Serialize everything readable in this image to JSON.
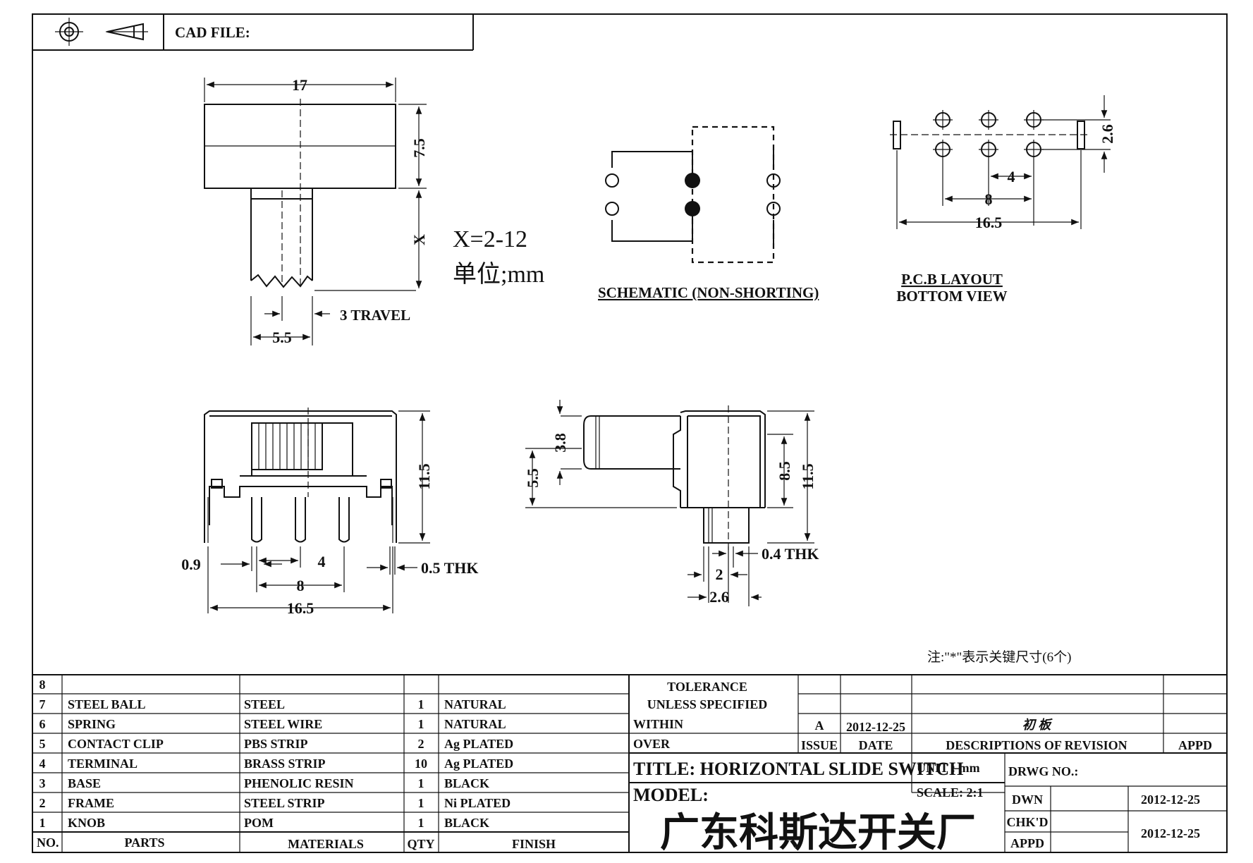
{
  "header": {
    "cad_file_label": "CAD FILE:"
  },
  "top_view": {
    "width_dim": "17",
    "height_dim": "7.5",
    "actuator_dim": "X",
    "actuator_width_dim": "5.5",
    "travel_label": "3 TRAVEL",
    "range_label": "X=2-12",
    "unit_label": "单位;mm"
  },
  "schematic": {
    "caption": "SCHEMATIC (NON-SHORTING)"
  },
  "pcb_layout": {
    "caption_line1": "P.C.B LAYOUT",
    "caption_line2": "BOTTOM VIEW",
    "row_spacing_dim": "2.6",
    "pitch_dim": "4",
    "span_dim": "8",
    "overall_dim": "16.5"
  },
  "front_view": {
    "height_dim": "11.5",
    "pin_width_dim": "0.9",
    "pitch_dim": "4",
    "span_dim": "8",
    "overall_dim": "16.5",
    "thickness_label": "0.5 THK"
  },
  "side_view": {
    "actuator_dim": "3.8",
    "lever_height_dim": "5.5",
    "body_height_dim": "8.5",
    "overall_height_dim": "11.5",
    "thickness_label": "0.4 THK",
    "pin_offset_dim": "2",
    "pin_span_dim": "2.6"
  },
  "note": "注:\"*\"表示关键尺寸(6个)",
  "bom": [
    {
      "no": "8",
      "part": "",
      "material": "",
      "qty": "",
      "finish": ""
    },
    {
      "no": "7",
      "part": "STEEL BALL",
      "material": "STEEL",
      "qty": "1",
      "finish": "NATURAL"
    },
    {
      "no": "6",
      "part": "SPRING",
      "material": "STEEL WIRE",
      "qty": "1",
      "finish": "NATURAL"
    },
    {
      "no": "5",
      "part": "CONTACT CLIP",
      "material": "PBS STRIP",
      "qty": "2",
      "finish": "Ag PLATED"
    },
    {
      "no": "4",
      "part": "TERMINAL",
      "material": "BRASS STRIP",
      "qty": "10",
      "finish": "Ag PLATED"
    },
    {
      "no": "3",
      "part": "BASE",
      "material": "PHENOLIC RESIN",
      "qty": "1",
      "finish": "BLACK"
    },
    {
      "no": "2",
      "part": "FRAME",
      "material": "STEEL STRIP",
      "qty": "1",
      "finish": "Ni PLATED"
    },
    {
      "no": "1",
      "part": "KNOB",
      "material": "POM",
      "qty": "1",
      "finish": "BLACK"
    }
  ],
  "bom_headers": {
    "no": "NO.",
    "parts": "PARTS",
    "materials": "MATERIALS",
    "qty": "QTY",
    "finish": "FINISH"
  },
  "title_block": {
    "tolerance_line1": "TOLERANCE",
    "tolerance_line2": "UNLESS SPECIFIED",
    "within": "WITHIN",
    "over": "OVER",
    "rev_issue": "A",
    "rev_date": "2012-12-25",
    "rev_description": "初 板",
    "issue_header": "ISSUE",
    "date_header": "DATE",
    "description_header": "DESCRIPTIONS OF REVISION",
    "appd_header": "APPD",
    "title": "TITLE: HORIZONTAL SLIDE SWITCH",
    "unit": "UNIT : mm",
    "drwg_no": "DRWG NO.:",
    "model": "MODEL:",
    "scale": "SCALE: 2:1",
    "dwn_label": "DWN",
    "dwn_date": "2012-12-25",
    "chkd_label": "CHK'D",
    "chkd_date": "2012-12-25",
    "appd_label": "APPD",
    "company": "广东科斯达开关厂"
  }
}
